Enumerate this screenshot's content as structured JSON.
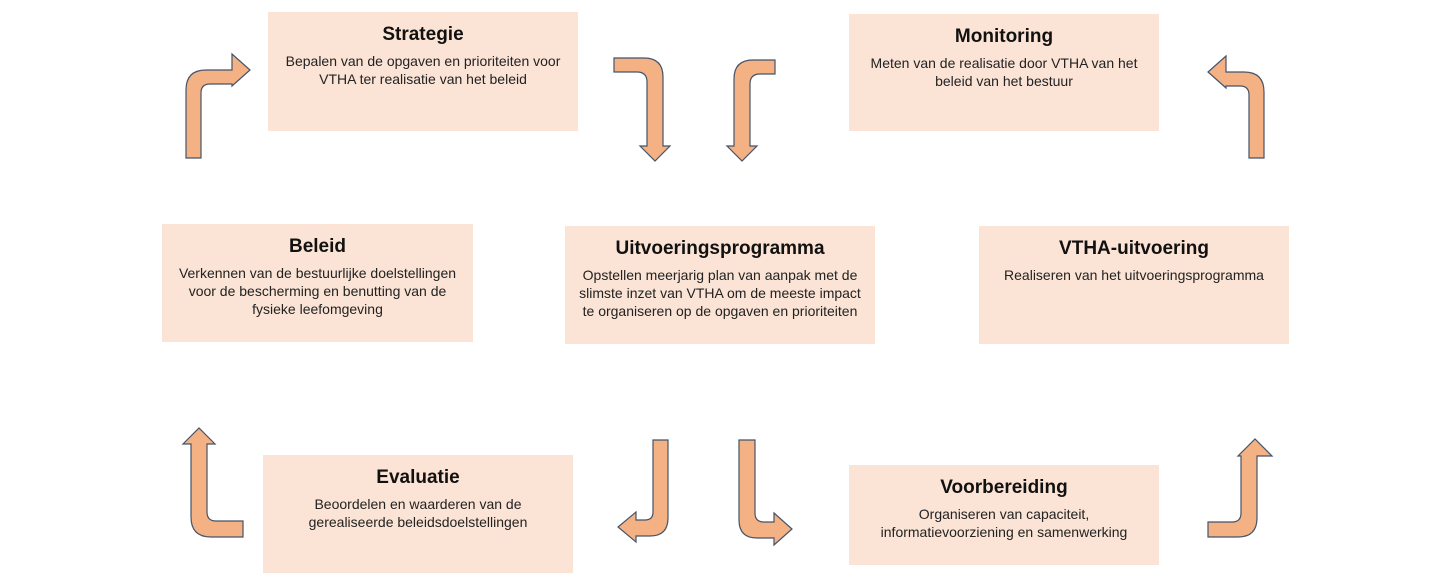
{
  "colors": {
    "box_fill": "#fbe4d5",
    "arrow_fill": "#f4b183",
    "arrow_stroke": "#44546a"
  },
  "nodes": {
    "strategie": {
      "title": "Strategie",
      "text": "Bepalen van de opgaven en prioriteiten voor VTHA ter realisatie van het beleid"
    },
    "monitoring": {
      "title": "Monitoring",
      "text": "Meten van  de realisatie door VTHA van het beleid van het bestuur"
    },
    "beleid": {
      "title": "Beleid",
      "text": "Verkennen van de bestuurlijke doelstellingen voor de bescherming en benutting van de fysieke leefomgeving"
    },
    "uitvoeringsprogramma": {
      "title": "Uitvoeringsprogramma",
      "text": "Opstellen meerjarig plan van aanpak met de slimste inzet van VTHA om de meeste impact te organiseren op de opgaven en prioriteiten"
    },
    "vtha_uitvoering": {
      "title": "VTHA-uitvoering",
      "text": "Realiseren van het uitvoeringsprogramma"
    },
    "evaluatie": {
      "title": "Evaluatie",
      "text": "Beoordelen en waarderen van de gerealiseerde beleidsdoelstellingen"
    },
    "voorbereiding": {
      "title": "Voorbereiding",
      "text": "Organiseren van capaciteit, informatievoorziening en samenwerking"
    }
  }
}
